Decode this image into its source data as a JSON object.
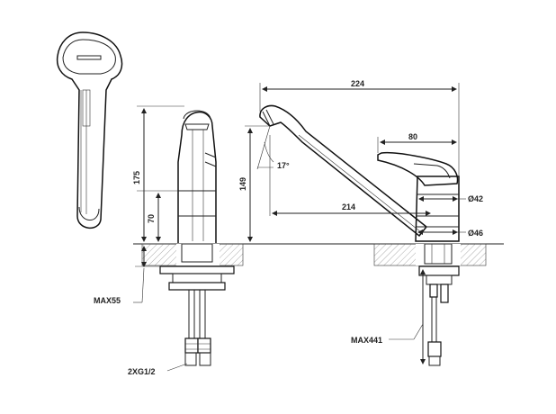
{
  "dimensions": {
    "d_224": "224",
    "d_80": "80",
    "d_175": "175",
    "d_149": "149",
    "d_70": "70",
    "d_17deg": "17°",
    "d_214": "214",
    "d_dia42": "Ø42",
    "d_dia46": "Ø46",
    "max55": "MAX55",
    "max441": "MAX441",
    "hose_thread": "2XG1/2"
  },
  "colors": {
    "line": "#222222",
    "hatch": "#888888",
    "background": "#ffffff"
  }
}
